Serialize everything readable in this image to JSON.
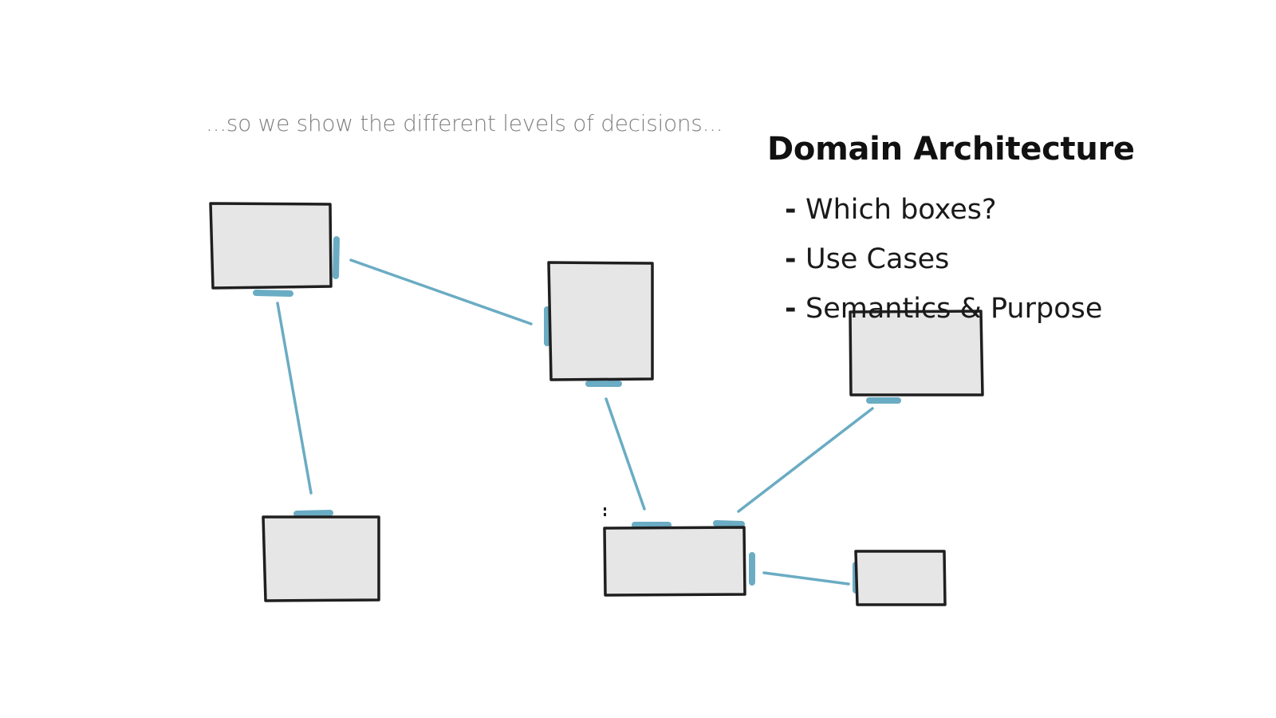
{
  "subtitle": "...so we show the different levels of decisions...",
  "heading": "Domain Architecture",
  "bullets": [
    {
      "dash": "-",
      "text": "Which boxes?"
    },
    {
      "dash": "-",
      "text": "Use Cases"
    },
    {
      "dash": "-",
      "text": "Semantics & Purpose"
    }
  ],
  "colors": {
    "box_fill": "#e6e6e6",
    "box_stroke": "#1f1f1f",
    "connector": "#6aacc3",
    "subtitle": "#7f7f7f"
  }
}
